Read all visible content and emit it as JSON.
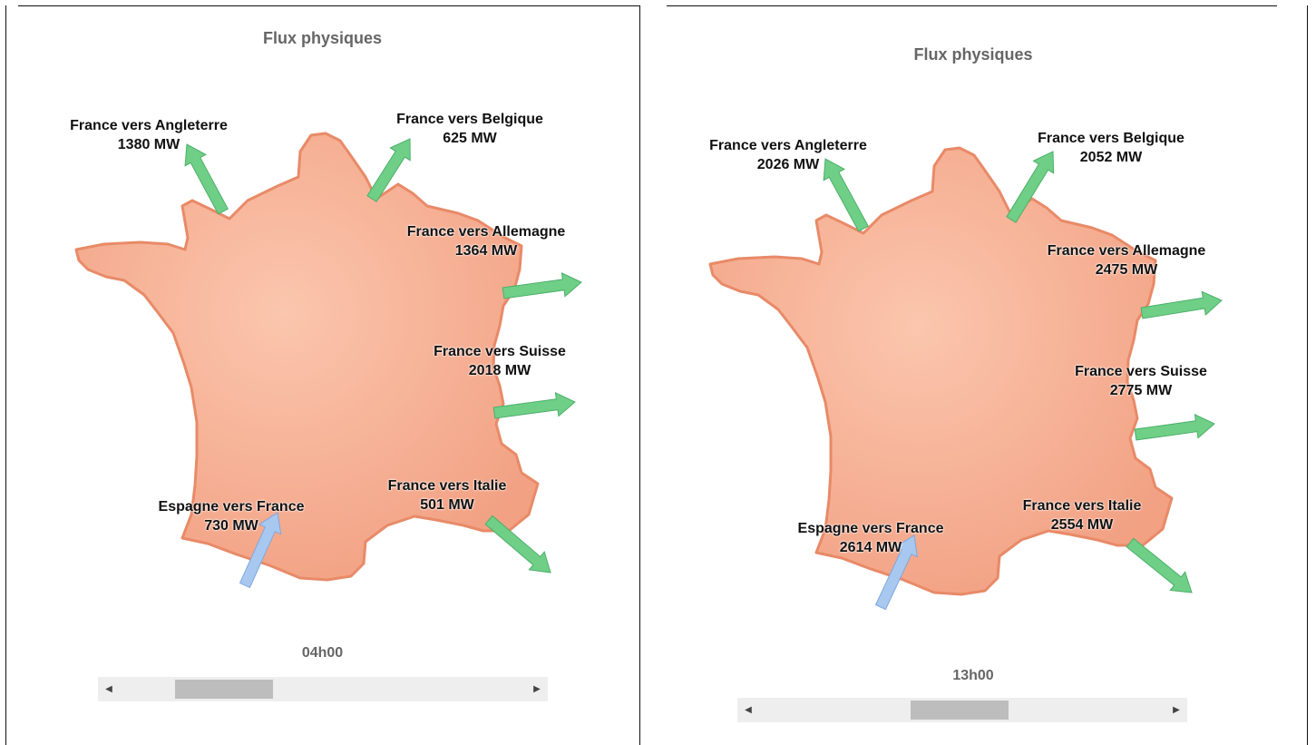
{
  "panels": [
    {
      "title": "Flux physiques",
      "time_label": "04h00",
      "flows": {
        "angleterre": {
          "label": "France vers Angleterre",
          "value": "1380 MW"
        },
        "belgique": {
          "label": "France vers Belgique",
          "value": "625 MW"
        },
        "allemagne": {
          "label": "France vers Allemagne",
          "value": "1364 MW"
        },
        "suisse": {
          "label": "France vers Suisse",
          "value": "2018 MW"
        },
        "italie": {
          "label": "France vers Italie",
          "value": "501 MW"
        },
        "espagne": {
          "label": "Espagne vers France",
          "value": "730 MW"
        }
      },
      "scroll_position": 0.18
    },
    {
      "title": "Flux physiques",
      "time_label": "13h00",
      "flows": {
        "angleterre": {
          "label": "France vers Angleterre",
          "value": "2026 MW"
        },
        "belgique": {
          "label": "France vers Belgique",
          "value": "2052 MW"
        },
        "allemagne": {
          "label": "France vers Allemagne",
          "value": "2475 MW"
        },
        "suisse": {
          "label": "France vers Suisse",
          "value": "2775 MW"
        },
        "italie": {
          "label": "France vers Italie",
          "value": "2554 MW"
        },
        "espagne": {
          "label": "Espagne vers France",
          "value": "2614 MW"
        }
      },
      "scroll_position": 0.49
    }
  ],
  "icons": {
    "left_arrow": "◀",
    "right_arrow": "▶"
  },
  "colors": {
    "map_fill": "#f2a183",
    "map_outline": "#e88a68",
    "export_arrow": "#6fcf86",
    "import_arrow": "#a8c8f0",
    "thumb": "#bdbdbd"
  }
}
